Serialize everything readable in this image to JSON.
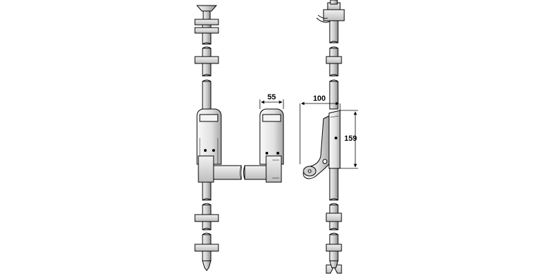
{
  "dimensions": {
    "handle_width": "55",
    "depth": "100",
    "height": "159"
  },
  "colors": {
    "stroke": "#000000",
    "fill_light": "#e6e6e6",
    "fill_mid": "#c8c8c8",
    "fill_dark": "#9a9a9a",
    "background": "#ffffff"
  }
}
